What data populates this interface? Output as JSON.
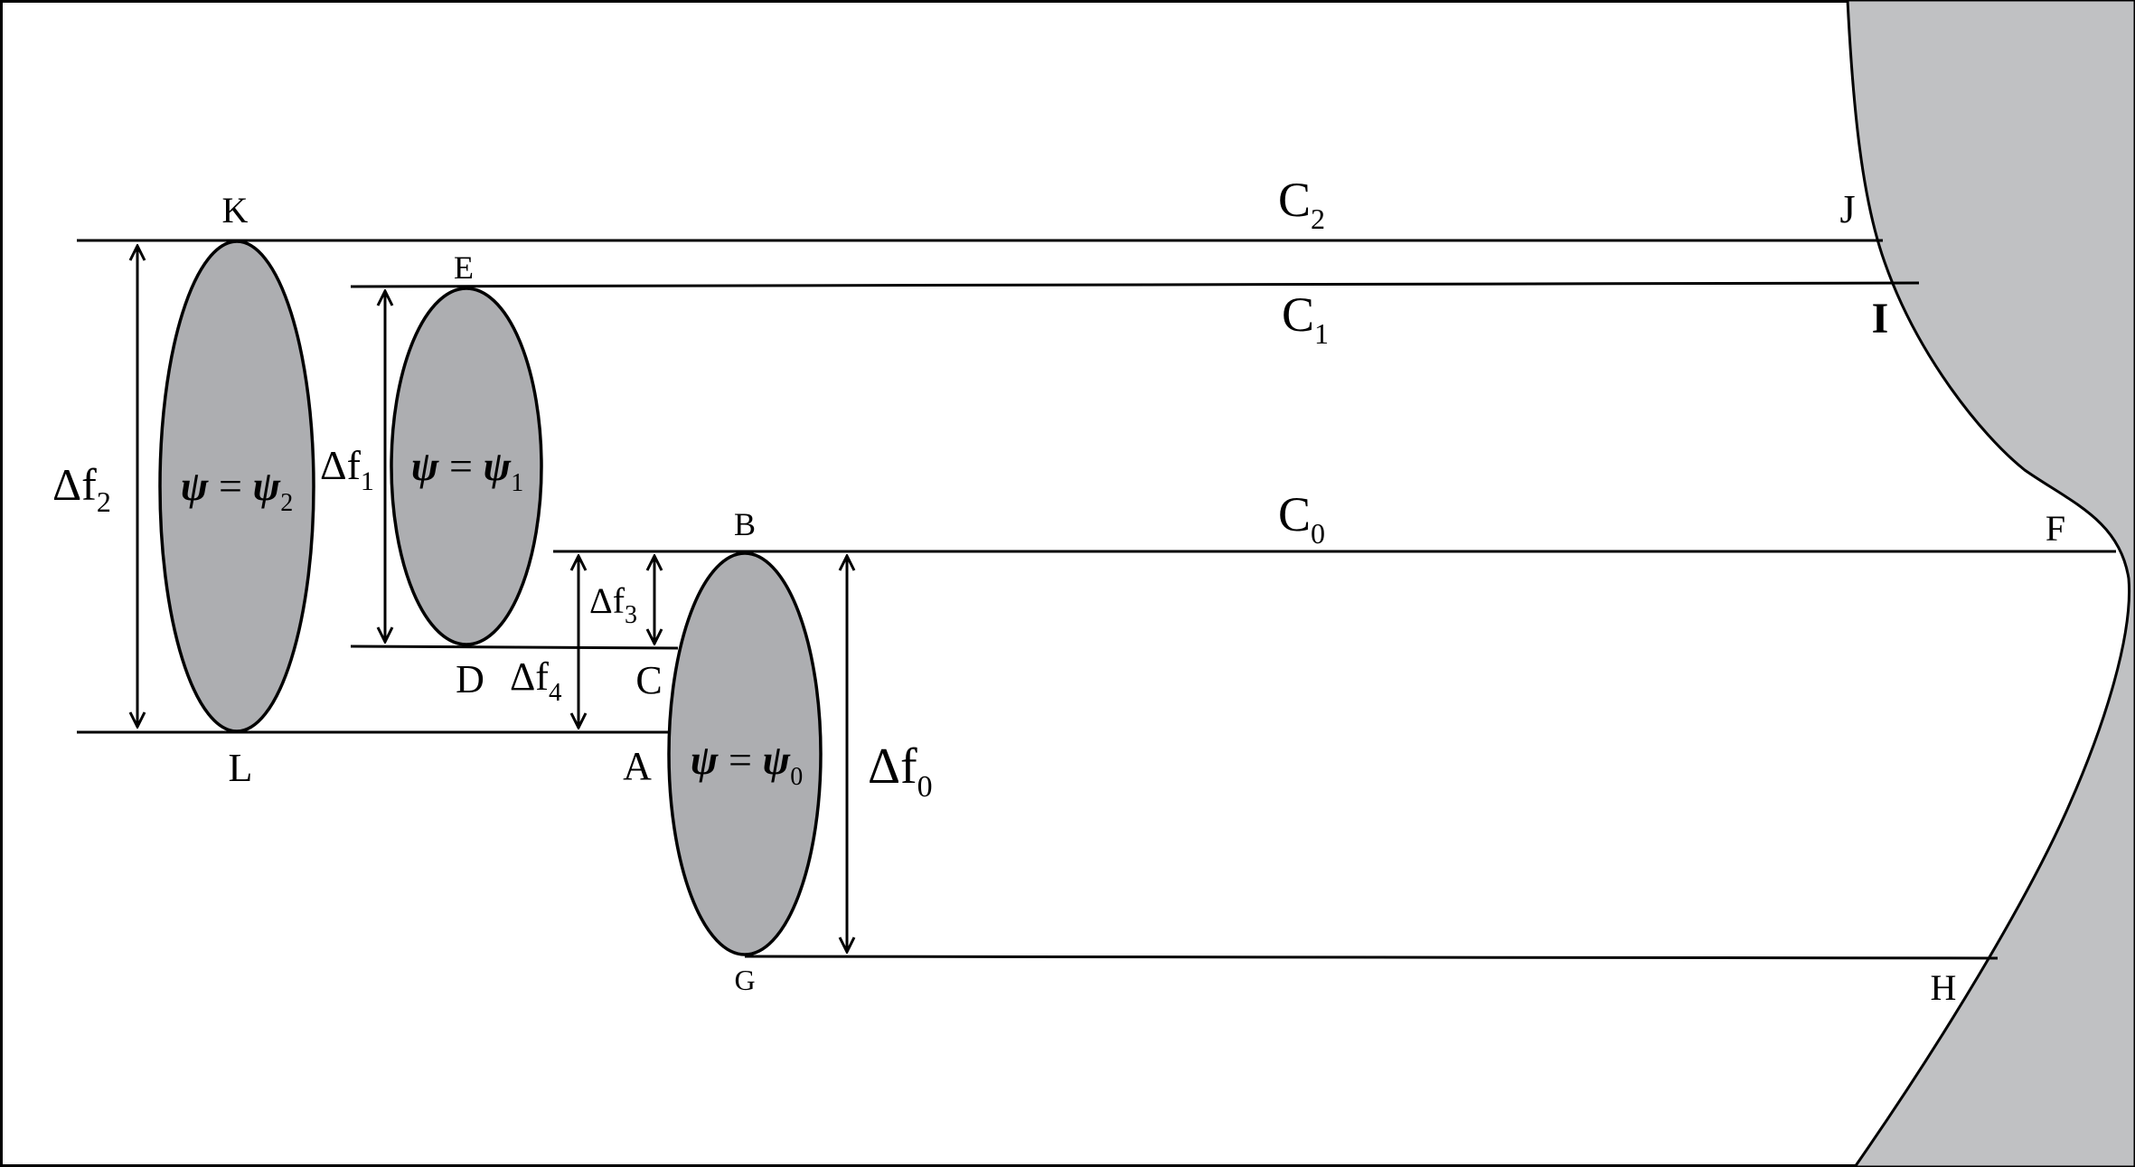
{
  "points": {
    "K": "K",
    "L": "L",
    "E": "E",
    "D": "D",
    "C": "C",
    "A": "A",
    "B": "B",
    "G": "G",
    "J": "J",
    "I": "I",
    "F": "F",
    "H": "H"
  },
  "curves": {
    "c2": {
      "base": "C",
      "sub": "2"
    },
    "c1": {
      "base": "C",
      "sub": "1"
    },
    "c0": {
      "base": "C",
      "sub": "0"
    }
  },
  "intervals": {
    "df2": {
      "base": "Δf",
      "sub": "2"
    },
    "df1": {
      "base": "Δf",
      "sub": "1"
    },
    "df3": {
      "base": "Δf",
      "sub": "3"
    },
    "df4": {
      "base": "Δf",
      "sub": "4"
    },
    "df0": {
      "base": "Δf",
      "sub": "0"
    }
  },
  "regions": {
    "psi2": {
      "lhs": "ψ",
      "eq": " = ",
      "rhs": "ψ",
      "sub": "2"
    },
    "psi1": {
      "lhs": "ψ",
      "eq": " = ",
      "rhs": "ψ",
      "sub": "1"
    },
    "psi0": {
      "lhs": "ψ",
      "eq": " = ",
      "rhs": "ψ",
      "sub": "0"
    }
  },
  "colors": {
    "ellipse_fill": "#adaeb1",
    "wall_fill": "#c0c1c3",
    "stroke": "#000000",
    "background": "#ffffff"
  }
}
